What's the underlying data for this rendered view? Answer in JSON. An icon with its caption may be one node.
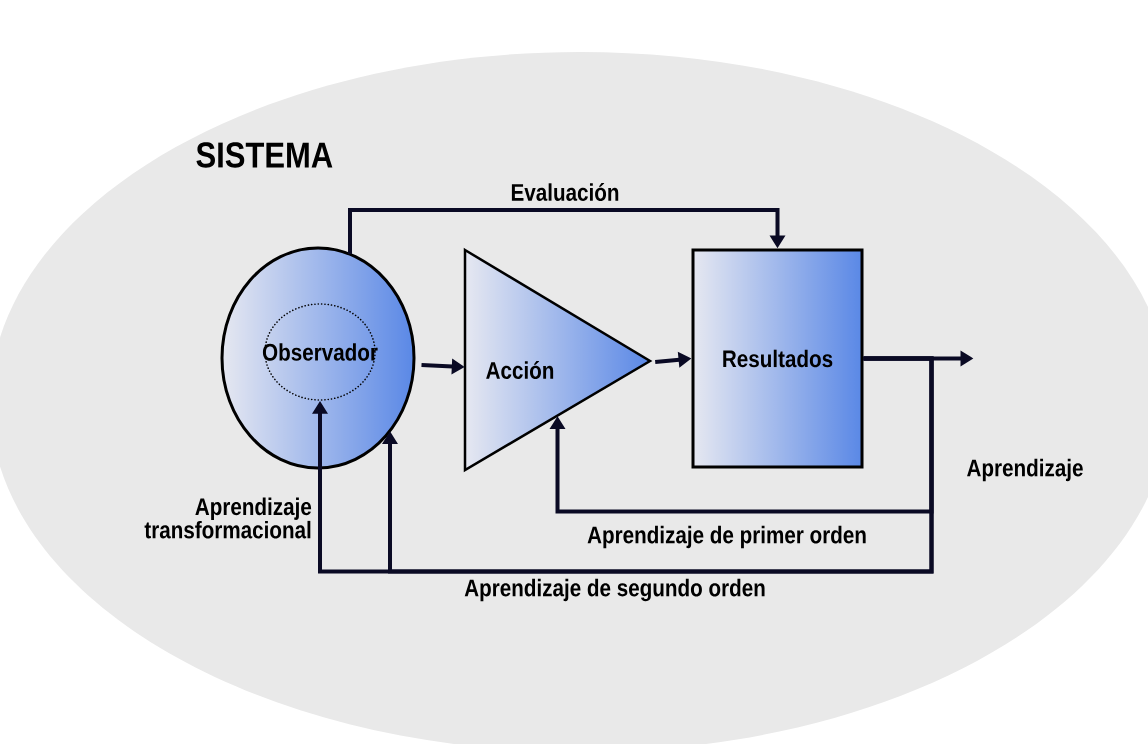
{
  "diagram": {
    "nodes": [
      {
        "text": [
          "SISTEMA"
        ]
      },
      {
        "text": [],
        "shape": "ellipse",
        "in": 0
      },
      {
        "text": [
          "Observador"
        ],
        "in": 1
      },
      {
        "text": [
          "Acción"
        ],
        "in": 0
      },
      {
        "text": [
          "Resultados"
        ],
        "in": 0
      }
    ],
    "edges": [
      {
        "from": 1,
        "to": 3,
        "arrow": "to"
      },
      {
        "from": 3,
        "to": 4,
        "arrow": "to"
      },
      {
        "from": 1,
        "to": 4,
        "arrow": "to",
        "label": "Evaluación"
      },
      {
        "from": 4,
        "to": null,
        "arrow": "to"
      },
      {
        "from": 4,
        "to": 3,
        "arrow": "to",
        "label": "Aprendizaje de primer orden"
      },
      {
        "from": 4,
        "to": 1,
        "arrow": "to",
        "label": "Aprendizaje de segundo orden"
      },
      {
        "from": 4,
        "to": 2,
        "arrow": "to",
        "label": "Aprendizaje transformacional"
      }
    ],
    "labels": [
      "Aprendizaje"
    ]
  }
}
